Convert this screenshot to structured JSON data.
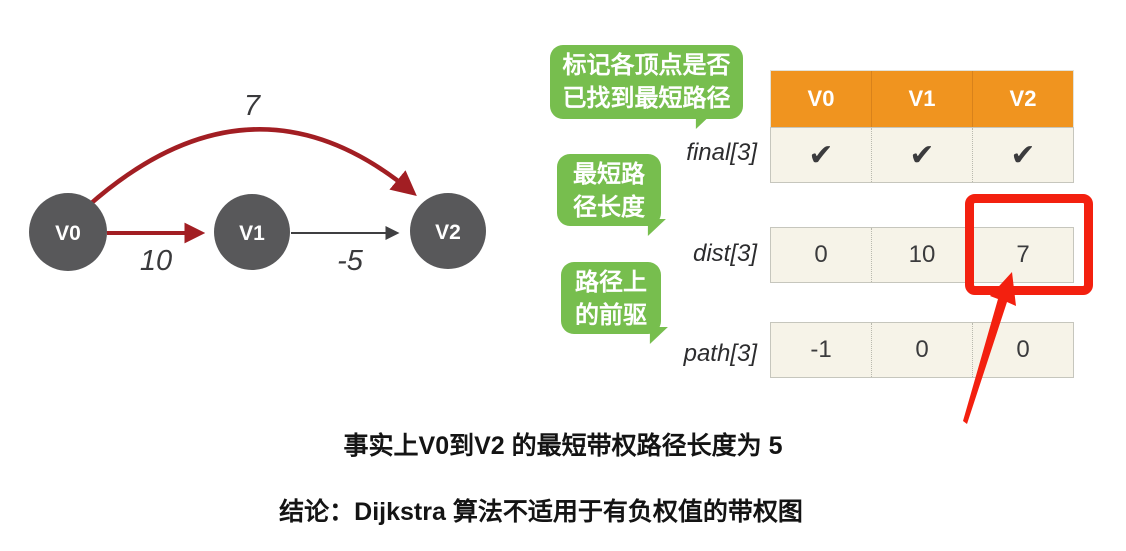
{
  "graph": {
    "nodes": [
      {
        "id": "V0"
      },
      {
        "id": "V1"
      },
      {
        "id": "V2"
      }
    ],
    "edges": [
      {
        "from": "V0",
        "to": "V2",
        "weight": "7",
        "color": "#a21e23",
        "style": "curved-red"
      },
      {
        "from": "V0",
        "to": "V1",
        "weight": "10",
        "color": "#a21e23",
        "style": "straight-red"
      },
      {
        "from": "V1",
        "to": "V2",
        "weight": "-5",
        "color": "#3f3f41",
        "style": "straight-black"
      }
    ]
  },
  "bubbles": [
    {
      "lines": [
        "标记各顶点是否",
        "已找到最短路径"
      ]
    },
    {
      "lines": [
        "最短路",
        "径长度"
      ]
    },
    {
      "lines": [
        "路径上",
        "的前驱"
      ]
    }
  ],
  "table": {
    "columns": [
      "V0",
      "V1",
      "V2"
    ],
    "rows": [
      {
        "label": "final[3]",
        "values": [
          "✔",
          "✔",
          "✔"
        ]
      },
      {
        "label": "dist[3]",
        "values": [
          "0",
          "10",
          "7"
        ]
      },
      {
        "label": "path[3]",
        "values": [
          "-1",
          "0",
          "0"
        ]
      }
    ],
    "highlighted_cell": {
      "row": "dist[3]",
      "column": "V2",
      "value": "7"
    }
  },
  "notes": {
    "fact": "事实上V0到V2 的最短带权路径长度为 5",
    "conclusion": "结论：Dijkstra 算法不适用于有负权值的带权图"
  },
  "colors": {
    "node_gray": "#58585a",
    "edge_red": "#a21e23",
    "edge_black": "#3f3f41",
    "bubble_green": "#77be4e",
    "header_orange": "#f0941f",
    "cell_cream": "#f6f3e8",
    "highlight_red": "#f3200f"
  }
}
